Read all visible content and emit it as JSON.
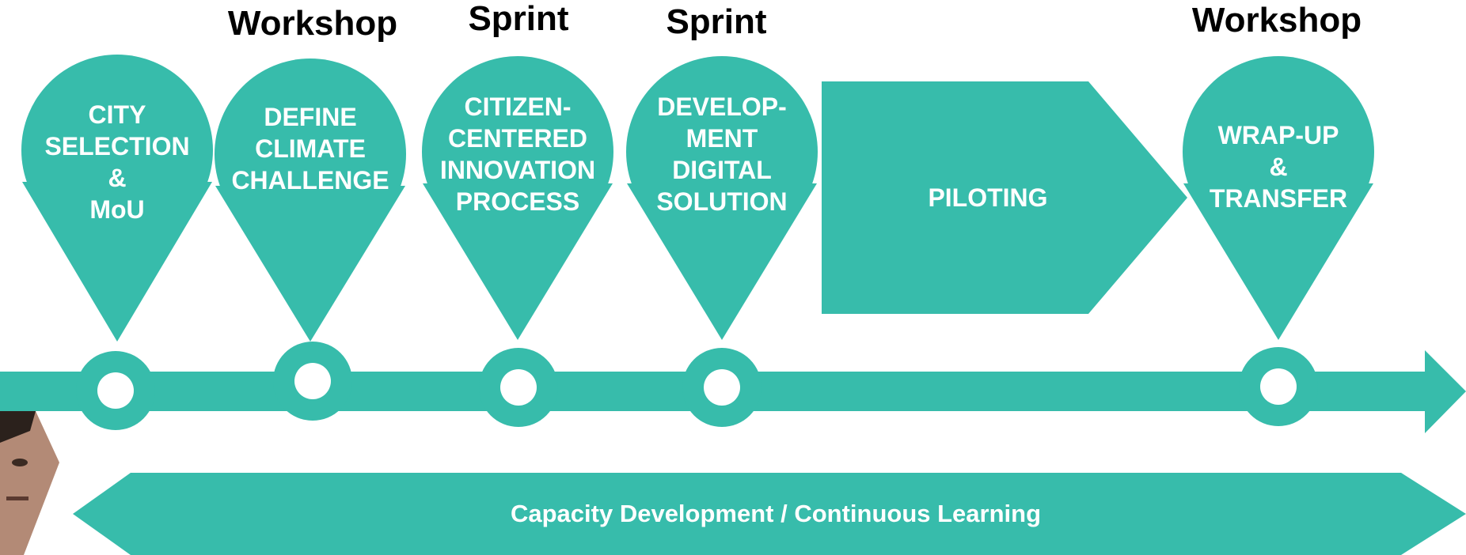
{
  "colors": {
    "teal": "#37BCAB",
    "white": "#FFFFFF",
    "label": "#000000"
  },
  "stage_labels": {
    "define": "Workshop",
    "citizen": "Sprint",
    "development": "Sprint",
    "wrapup": "Workshop"
  },
  "pins": {
    "city": [
      "CITY",
      "SELECTION",
      "&",
      "MoU"
    ],
    "define": [
      "DEFINE",
      "CLIMATE",
      "CHALLENGE"
    ],
    "citizen": [
      "CITIZEN-",
      "CENTERED",
      "INNOVATION",
      "PROCESS"
    ],
    "development": [
      "DEVELOP-",
      "MENT",
      "DIGITAL",
      "SOLUTION"
    ],
    "wrapup": [
      "WRAP-UP",
      "&",
      "TRANSFER"
    ]
  },
  "piloting": {
    "label": "PILOTING"
  },
  "bottom_band": {
    "label": "Capacity Development / Continuous Learning"
  }
}
